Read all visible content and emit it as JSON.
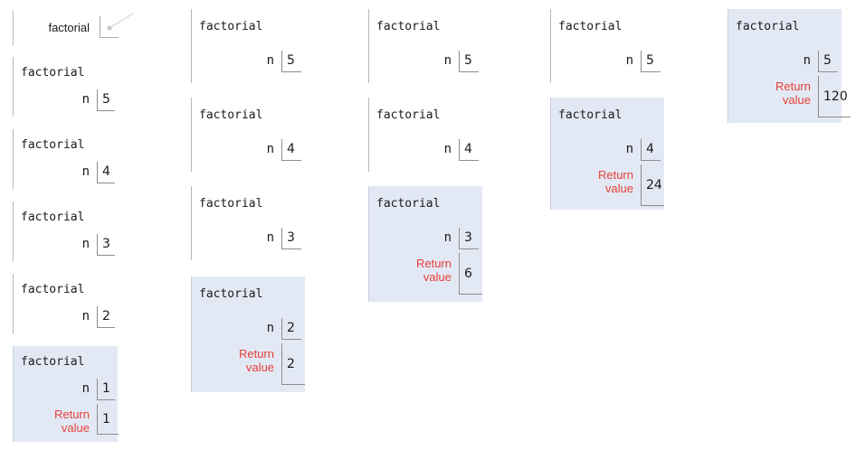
{
  "global_frame": {
    "func_name": "factorial"
  },
  "columns": [
    {
      "frames": [
        {
          "name": "factorial",
          "var": "n",
          "value": "5"
        },
        {
          "name": "factorial",
          "var": "n",
          "value": "4"
        },
        {
          "name": "factorial",
          "var": "n",
          "value": "3"
        },
        {
          "name": "factorial",
          "var": "n",
          "value": "2"
        },
        {
          "name": "factorial",
          "var": "n",
          "value": "1",
          "ret_label": "Return\nvalue",
          "ret_value": "1"
        }
      ]
    },
    {
      "frames": [
        {
          "name": "factorial",
          "var": "n",
          "value": "5"
        },
        {
          "name": "factorial",
          "var": "n",
          "value": "4"
        },
        {
          "name": "factorial",
          "var": "n",
          "value": "3"
        },
        {
          "name": "factorial",
          "var": "n",
          "value": "2",
          "ret_label": "Return\nvalue",
          "ret_value": "2"
        }
      ]
    },
    {
      "frames": [
        {
          "name": "factorial",
          "var": "n",
          "value": "5"
        },
        {
          "name": "factorial",
          "var": "n",
          "value": "4"
        },
        {
          "name": "factorial",
          "var": "n",
          "value": "3",
          "ret_label": "Return\nvalue",
          "ret_value": "6"
        }
      ]
    },
    {
      "frames": [
        {
          "name": "factorial",
          "var": "n",
          "value": "5"
        },
        {
          "name": "factorial",
          "var": "n",
          "value": "4",
          "ret_label": "Return\nvalue",
          "ret_value": "24"
        }
      ]
    },
    {
      "frames": [
        {
          "name": "factorial",
          "var": "n",
          "value": "5",
          "ret_label": "Return\nvalue",
          "ret_value": "120"
        }
      ]
    }
  ]
}
